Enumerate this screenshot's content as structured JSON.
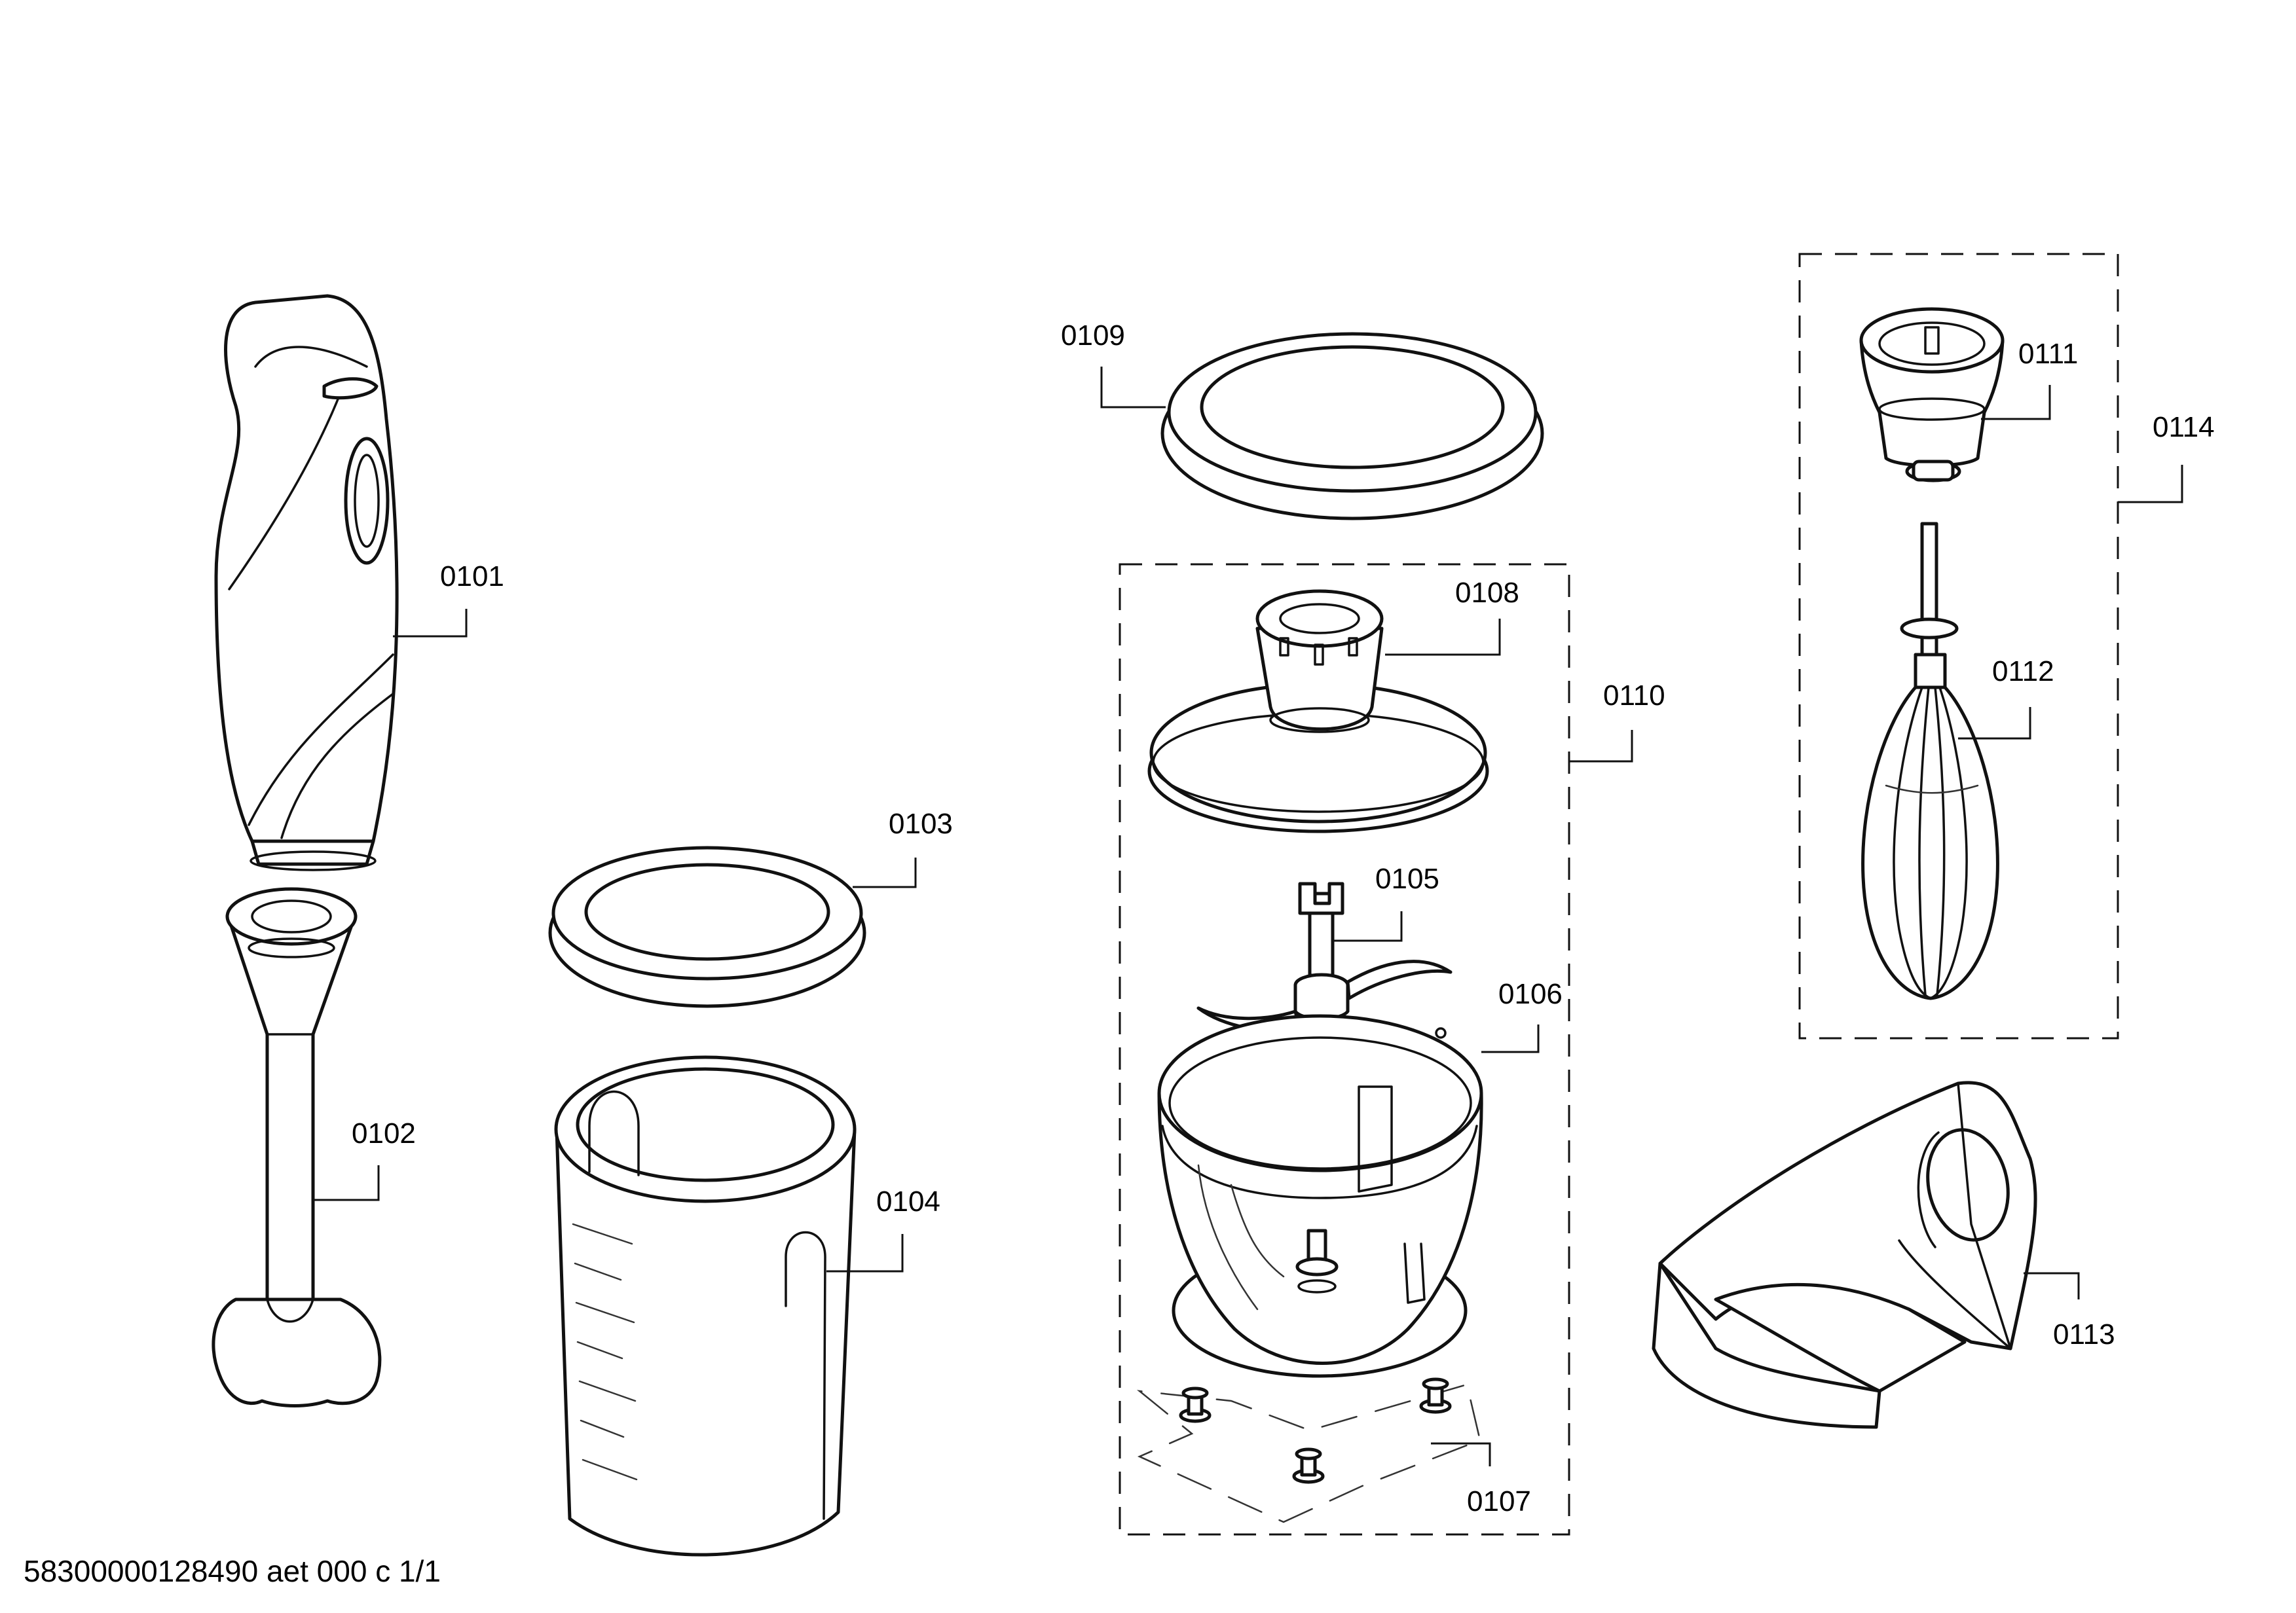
{
  "diagram": {
    "footer": "58300000128490 aet 000 c 1/1",
    "callouts": [
      {
        "id": "0101",
        "text": "0101"
      },
      {
        "id": "0102",
        "text": "0102"
      },
      {
        "id": "0103",
        "text": "0103"
      },
      {
        "id": "0104",
        "text": "0104"
      },
      {
        "id": "0105",
        "text": "0105"
      },
      {
        "id": "0106",
        "text": "0106"
      },
      {
        "id": "0107",
        "text": "0107"
      },
      {
        "id": "0108",
        "text": "0108"
      },
      {
        "id": "0109",
        "text": "0109"
      },
      {
        "id": "0110",
        "text": "0110"
      },
      {
        "id": "0111",
        "text": "0111"
      },
      {
        "id": "0112",
        "text": "0112"
      },
      {
        "id": "0113",
        "text": "0113"
      },
      {
        "id": "0114",
        "text": "0114"
      }
    ]
  }
}
